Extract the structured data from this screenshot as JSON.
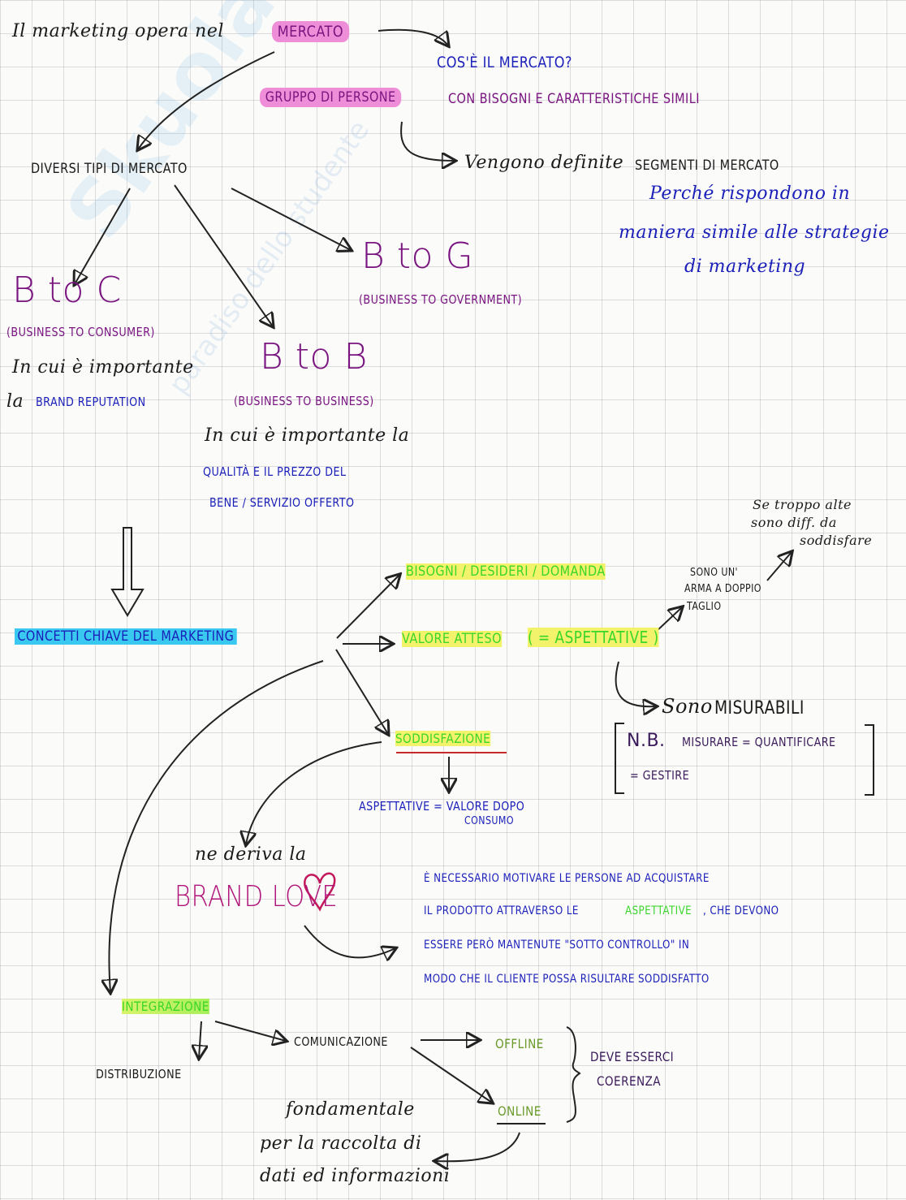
{
  "watermark": {
    "brand": "Skuola.net",
    "tagline": "paradiso dello studente"
  },
  "top": {
    "intro": "Il marketing opera nel",
    "mercato": "MERCATO",
    "question": "Cos'è il mercato?",
    "gruppo": "Gruppo di persone",
    "gruppo_rest": "con bisogni e caratteristiche simili",
    "vengono": "Vengono definite",
    "segmenti": "Segmenti di mercato",
    "perche": [
      "Perché rispondono in",
      "maniera simile alle strategie",
      "di marketing"
    ]
  },
  "tipi": {
    "title": "Diversi tipi di mercato",
    "btoc": {
      "label": "B to C",
      "full": "(Business to Consumer)",
      "note1": "In cui è importante",
      "note2_prefix": "la",
      "note2": "Brand Reputation"
    },
    "btob": {
      "label": "B to B",
      "full": "(Business to Business)",
      "note1": "In cui è importante la",
      "note2": "Qualità e il prezzo del",
      "note3": "Bene / Servizio offerto"
    },
    "btog": {
      "label": "B to G",
      "full": "(Business to Government)"
    }
  },
  "concetti": {
    "title": "Concetti chiave del marketing",
    "bisogni": "Bisogni / Desideri / Domanda",
    "valore": "Valore atteso",
    "aspettative": "( = Aspettative )",
    "arma": [
      "Sono un'",
      "arma a doppio",
      "taglio"
    ],
    "troppo": [
      "Se troppo alte",
      "sono diff. da",
      "soddisfare"
    ],
    "misurabili_prefix": "Sono",
    "misurabili": "misurabili",
    "nb": "N.B.",
    "misurare": "Misurare = quantificare",
    "gestire": "= gestire",
    "soddisfazione": "Soddisfazione",
    "asp_eq": "Aspettative = valore dopo",
    "consumo": "consumo"
  },
  "brand": {
    "deriva": "ne deriva la",
    "love": "Brand Love",
    "paragraph": [
      "È necessario motivare le persone ad acquistare",
      "il prodotto attraverso le",
      "aspettative",
      ", che devono",
      "essere però mantenute \"sotto controllo\" in",
      "modo che il cliente possa risultare soddisfatto"
    ]
  },
  "integrazione": {
    "title": "Integrazione",
    "distribuzione": "Distribuzione",
    "comunicazione": "Comunicazione",
    "offline": "Offline",
    "online": "Online",
    "coerenza": [
      "Deve esserci",
      "coerenza"
    ],
    "fondamentale": [
      "fondamentale",
      "per la raccolta di",
      "dati ed informazioni"
    ]
  }
}
